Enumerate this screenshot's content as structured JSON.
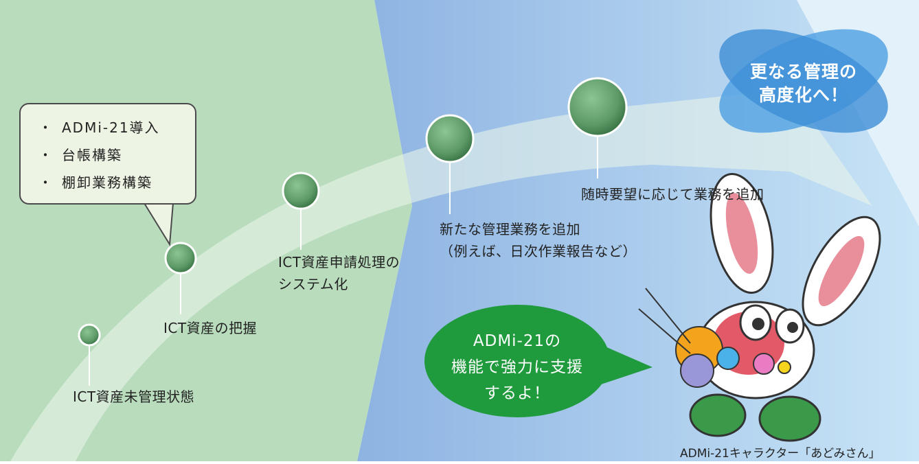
{
  "goal": {
    "line1": "更なる管理の",
    "line2": "高度化へ！"
  },
  "callout": {
    "items": [
      "ADMi-21導入",
      "台帳構築",
      "棚卸業務構築"
    ]
  },
  "milestones": [
    {
      "lines": [
        "ICT資産未管理状態"
      ]
    },
    {
      "lines": [
        "ICT資産の把握"
      ]
    },
    {
      "lines": [
        "ICT資産申請処理の",
        "システム化"
      ]
    },
    {
      "lines": [
        "新たな管理業務を追加",
        "（例えば、日次作業報告など）"
      ]
    },
    {
      "lines": [
        "随時要望に応じて業務を追加"
      ]
    }
  ],
  "bubble": {
    "line1": "ADMi-21の",
    "line2": "機能で強力に支援",
    "line3": "するよ！"
  },
  "caption": "ADMi-21キャラクター「あどみさん」",
  "colors": {
    "left_panel": "#b8dcbc",
    "right_panel": "#9fc2e6",
    "milestone_dot": "#5e9a68",
    "goal_ellipse": "#3f8fd6",
    "speech_bubble": "#1f9a3c"
  }
}
